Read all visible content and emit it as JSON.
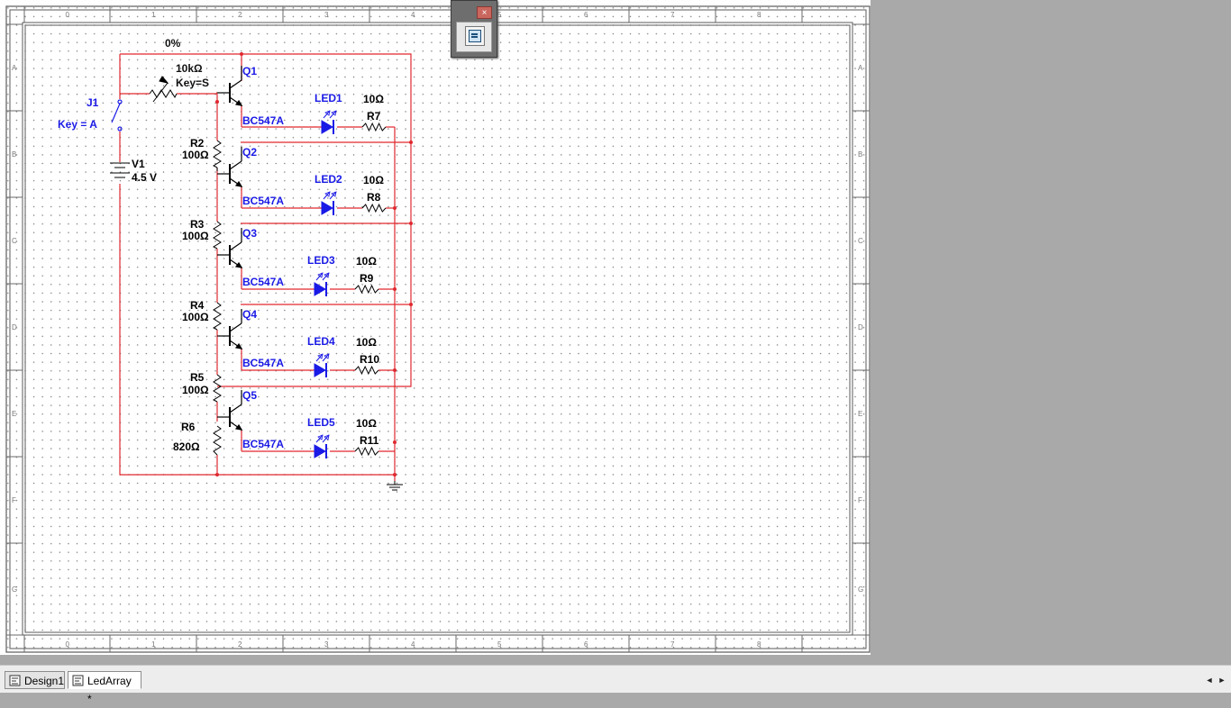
{
  "schematic": {
    "wiper_percent": "0%",
    "potentiometer": {
      "value": "10kΩ",
      "key": "Key=S"
    },
    "switch": {
      "ref": "J1",
      "key": "Key = A"
    },
    "battery": {
      "ref": "V1",
      "value": "4.5 V"
    },
    "transistors": [
      {
        "ref": "Q1",
        "model": "BC547A"
      },
      {
        "ref": "Q2",
        "model": "BC547A"
      },
      {
        "ref": "Q3",
        "model": "BC547A"
      },
      {
        "ref": "Q4",
        "model": "BC547A"
      },
      {
        "ref": "Q5",
        "model": "BC547A"
      }
    ],
    "leds": [
      "LED1",
      "LED2",
      "LED3",
      "LED4",
      "LED5"
    ],
    "led_resistors": [
      {
        "ref": "R7",
        "value": "10Ω"
      },
      {
        "ref": "R8",
        "value": "10Ω"
      },
      {
        "ref": "R9",
        "value": "10Ω"
      },
      {
        "ref": "R10",
        "value": "10Ω"
      },
      {
        "ref": "R11",
        "value": "10Ω"
      }
    ],
    "bias_resistors": [
      {
        "ref": "R2",
        "value": "100Ω"
      },
      {
        "ref": "R3",
        "value": "100Ω"
      },
      {
        "ref": "R4",
        "value": "100Ω"
      },
      {
        "ref": "R5",
        "value": "100Ω"
      },
      {
        "ref": "R6",
        "value": "820Ω"
      }
    ]
  },
  "rulers": {
    "columns": [
      "0",
      "1",
      "2",
      "3",
      "4",
      "5",
      "6",
      "7",
      "8"
    ],
    "rows": [
      "A",
      "B",
      "C",
      "D",
      "E",
      "F",
      "G"
    ]
  },
  "float_toolbar": {
    "close_glyph": "×"
  },
  "tabs": [
    {
      "label": "Design1",
      "active": false
    },
    {
      "label": "LedArray *",
      "active": true
    }
  ],
  "scroll": {
    "left": "◄",
    "right": "►"
  },
  "colors": {
    "wire": "#e0282f",
    "component_blue": "#1a1ae6",
    "canvas_background": "#a9a9a9",
    "sheet": "#ffffff"
  }
}
